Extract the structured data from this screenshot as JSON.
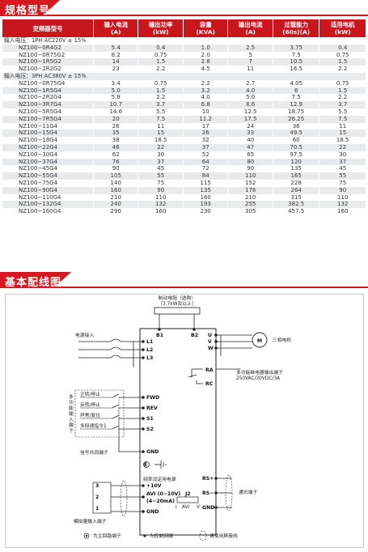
{
  "spec_section": {
    "title": "规格型号"
  },
  "wiring_section": {
    "title": "基本配线图"
  },
  "table": {
    "headers": [
      "变频器型号",
      "输入电流\n(A)",
      "输出功率\n(kW)",
      "容量\n(KVA)",
      "输出电流\n(A)",
      "过载能力\n(60s)(A)",
      "适用电机\n(kW)"
    ],
    "groups": [
      {
        "label": "输入电压：1PH AC220V ± 15%",
        "rows": [
          [
            "NZ100−0R4G2",
            "5.4",
            "0.4",
            "1.0",
            "2.5",
            "3.75",
            "0.4"
          ],
          [
            "NZ100−0R75G2",
            "8.2",
            "0.75",
            "2.0",
            "5",
            "7.5",
            "0.75"
          ],
          [
            "NZ100−1R5G2",
            "14",
            "1.5",
            "2.8",
            "7",
            "10.5",
            "1.5"
          ],
          [
            "NZ100−2R2G2",
            "23",
            "2.2",
            "4.5",
            "11",
            "16.5",
            "2.2"
          ]
        ]
      },
      {
        "label": "输入电压：3PH AC380V ± 15%",
        "rows": [
          [
            "NZ100−0R75G4",
            "3.4",
            "0.75",
            "2.2",
            "2.7",
            "4.05",
            "0.75"
          ],
          [
            "NZ100−1R5G4",
            "5.0",
            "1.5",
            "3.2",
            "4.0",
            "6",
            "1.5"
          ],
          [
            "NZ100−2R2G4",
            "5.8",
            "2.2",
            "4.0",
            "5.0",
            "7.5",
            "2.2"
          ],
          [
            "NZ100−3R7G4",
            "10.7",
            "3.7",
            "6.8",
            "8.6",
            "12.9",
            "3.7"
          ],
          [
            "NZ100−5R5G4",
            "14.6",
            "5.5",
            "10",
            "12.5",
            "18.75",
            "5.5"
          ],
          [
            "NZ100−7R5G4",
            "20",
            "7.5",
            "11.2",
            "17.5",
            "26.25",
            "7.5"
          ],
          [
            "NZ100−11G4",
            "26",
            "11",
            "17",
            "24",
            "36",
            "11"
          ],
          [
            "NZ100−15G4",
            "35",
            "15",
            "26",
            "33",
            "49.5",
            "15"
          ],
          [
            "NZ100−18G4",
            "38",
            "18.5",
            "32",
            "40",
            "60",
            "18.5"
          ],
          [
            "NZ100−22G4",
            "46",
            "22",
            "37",
            "47",
            "70.5",
            "22"
          ],
          [
            "NZ100−30G4",
            "62",
            "30",
            "52",
            "65",
            "97.5",
            "30"
          ],
          [
            "NZ100−37G4",
            "76",
            "37",
            "64",
            "80",
            "120",
            "37"
          ],
          [
            "NZ100−45G4",
            "90",
            "45",
            "72",
            "90",
            "135",
            "45"
          ],
          [
            "NZ100−55G4",
            "105",
            "55",
            "84",
            "110",
            "165",
            "55"
          ],
          [
            "NZ100−75G4",
            "140",
            "75",
            "115",
            "152",
            "228",
            "75"
          ],
          [
            "NZ100−90G4",
            "160",
            "90",
            "135",
            "176",
            "264",
            "90"
          ],
          [
            "NZ100−110G4",
            "210",
            "110",
            "160",
            "210",
            "315",
            "110"
          ],
          [
            "NZ100−132G4",
            "240",
            "132",
            "193",
            "255",
            "382.5",
            "132"
          ],
          [
            "NZ100−160G4",
            "290",
            "160",
            "230",
            "305",
            "457.5",
            "160"
          ]
        ]
      }
    ]
  },
  "diagram": {
    "brake_label": "制动电阻（选购）",
    "brake_spec": "［3.7kW及以上］",
    "power_input": "电源接入",
    "motor_letter": "M",
    "motor_label": "三相电机",
    "terminals_left": [
      "L1",
      "L2",
      "L3"
    ],
    "terminals_top": [
      "B1",
      "B2"
    ],
    "terminals_uvw": [
      "U",
      "V",
      "W"
    ],
    "relay_terminals": [
      "RA",
      "RC"
    ],
    "relay_label": "多功能继电器输出端子",
    "relay_spec": "250VAC/30VDC/3A",
    "inputs": [
      "正转/停止",
      "反转/停止",
      "异常/复位",
      "多段速指令1"
    ],
    "input_terminals": [
      "FWD",
      "REV",
      "S1",
      "S2"
    ],
    "multi_input_label": [
      "多",
      "功",
      "能",
      "输",
      "入",
      "端",
      "子"
    ],
    "signal_common": "信号共同端子",
    "gnd": "GND",
    "earth": "E",
    "freq_supply": "频率设定用电源",
    "v10": "+10V",
    "avi": "AVI (0~10V)",
    "avi_ma": "(4~20mA)",
    "jumper": "J2",
    "jumper_pins": [
      "I",
      "AVI",
      "V"
    ],
    "analog_label": "模拟量输入端子",
    "pot_pins": [
      "3",
      "2",
      "1"
    ],
    "comm_terminals": [
      "RS+",
      "RS−"
    ],
    "comm_label": "通讯端子",
    "legend": [
      "为主回路端子",
      "为控制回路",
      "请使用屏蔽线"
    ]
  }
}
